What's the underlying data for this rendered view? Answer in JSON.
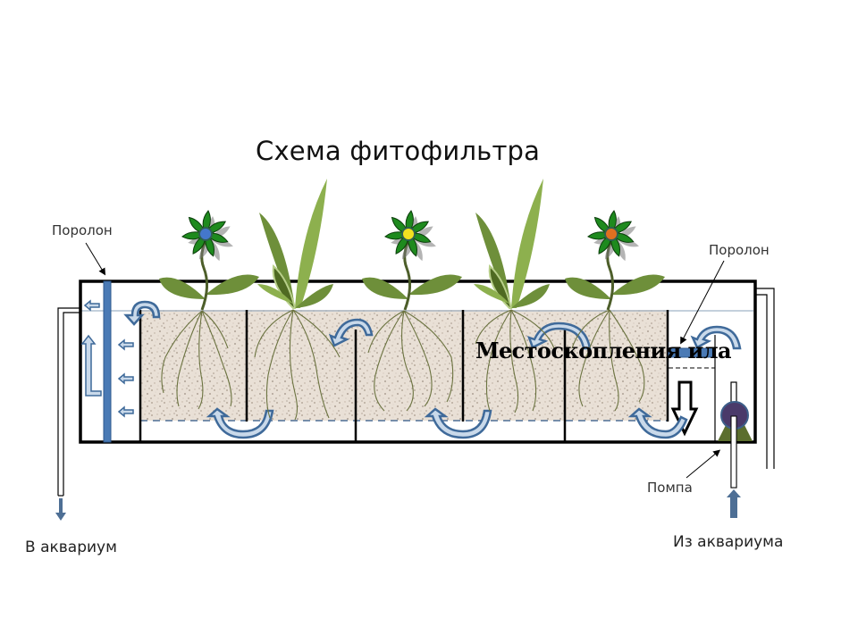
{
  "title": "Схема фитофильтра",
  "labels": {
    "foam_left": "Поролон",
    "foam_right": "Поролон",
    "pump": "Помпа",
    "outlet": "В аквариум",
    "inlet": "Из аквариума",
    "silt_area": "Местоскопления ила"
  },
  "colors": {
    "outline": "#000000",
    "flow_arrow": "#3f6a9a",
    "flow_arrow_fill": "#c9d9ea",
    "foam": "#4a7ab5",
    "gravel": "#e6dcd2",
    "water_line": "#6f8fb0",
    "leaf_dark": "#6e8f3a",
    "leaf_light": "#8db04e",
    "flower_petal": "#1e8a1e",
    "flower_center_blue": "#4477cc",
    "flower_center_yellow": "#f2e020",
    "flower_center_orange": "#e07020",
    "pump_body": "#4a3a6a",
    "pump_base": "#5b6e2e"
  },
  "plants": [
    {
      "type": "flower",
      "center_color": "blue"
    },
    {
      "type": "leafy"
    },
    {
      "type": "flower",
      "center_color": "yellow"
    },
    {
      "type": "leafy"
    },
    {
      "type": "flower",
      "center_color": "orange"
    }
  ]
}
